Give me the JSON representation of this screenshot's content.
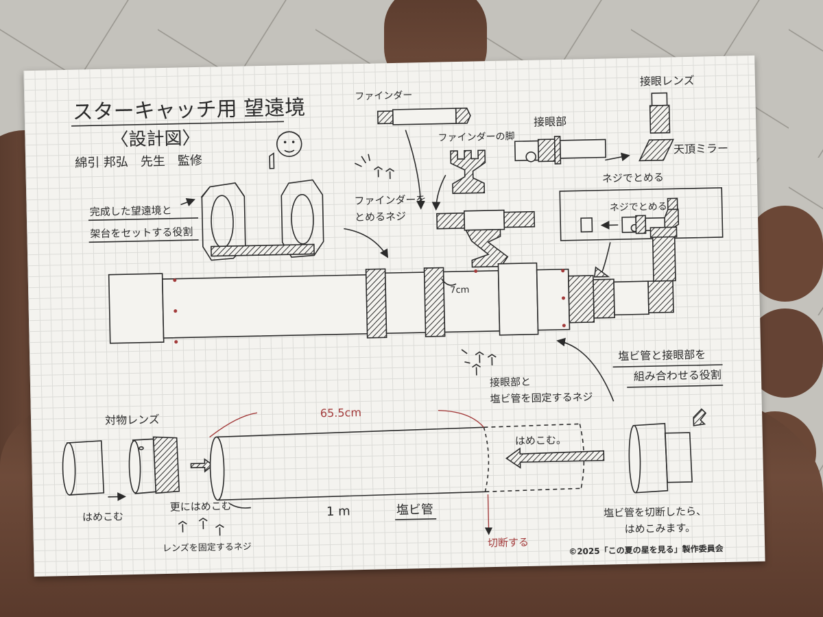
{
  "card": {
    "title": "スターキャッチ用 望遠境",
    "subtitle": "〈設計図〉",
    "supervisor": "綿引 邦弘　先生　監修",
    "copyright": "©2025「この夏の星を見る」製作委員会"
  },
  "labels": {
    "finder": "ファインダー",
    "finder_leg": "ファインダーの脚",
    "eyepiece_part": "接眼部",
    "eyepiece_lens": "接眼レンズ",
    "zenith_mirror": "天頂ミラー",
    "screw_fasten_1": "ネジでとめる",
    "screw_fasten_2": "ネジでとめる",
    "finder_screw_1": "ファインダーを",
    "finder_screw_2": "とめるネジ",
    "mount_role_1": "完成した望遠境と",
    "mount_role_2": "架台をセットする役割",
    "seven_cm": "7cm",
    "pvc_eyepiece_role_1": "塩ビ管と接眼部を",
    "pvc_eyepiece_role_2": "組み合わせる役割",
    "eyepiece_pvc_screw_1": "接眼部と",
    "eyepiece_pvc_screw_2": "塩ビ管を固定するネジ",
    "objective_lens": "対物レンズ",
    "length_65": "65.5cm",
    "insert_1": "はめこむ",
    "insert_more": "更にはめこむ",
    "lens_screw": "レンズを固定するネジ",
    "one_m": "1 m",
    "pvc_pipe": "塩ビ管",
    "cut": "切断する",
    "insert_2": "はめこむ。",
    "after_cut_1": "塩ビ管を切断したら、",
    "after_cut_2": "はめこみます。"
  },
  "colors": {
    "ink": "#2a2a2a",
    "red_ink": "#a23a3a",
    "paper": "#f4f3ef"
  }
}
